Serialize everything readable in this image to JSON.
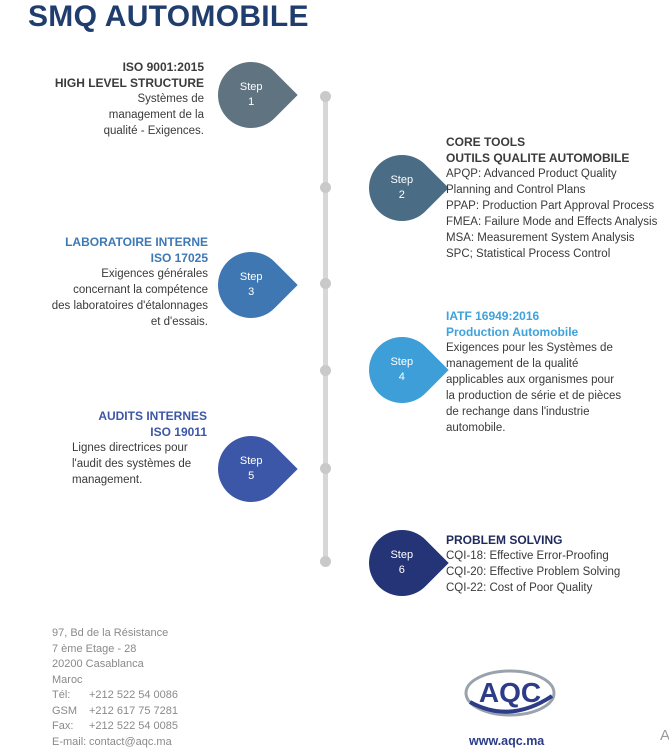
{
  "title": "SMQ AUTOMOBILE",
  "steps": [
    {
      "label": "Step",
      "num": "1",
      "color": "#5f7380",
      "heading1": "ISO 9001:2015",
      "heading2": "HIGH LEVEL STRUCTURE",
      "heading_color": "#3b3b3b",
      "body": [
        "Systèmes de",
        "management de la",
        "qualité - Exigences."
      ]
    },
    {
      "label": "Step",
      "num": "2",
      "color": "#4a6d85",
      "heading1": "CORE TOOLS",
      "heading2": "OUTILS QUALITE AUTOMOBILE",
      "heading_color": "#3b3b3b",
      "body": [
        "APQP: Advanced Product Quality",
        "Planning and Control Plans",
        "PPAP: Production Part Approval Process",
        "FMEA: Failure Mode and Effects Analysis",
        "MSA: Measurement System Analysis",
        "SPC; Statistical Process Control"
      ]
    },
    {
      "label": "Step",
      "num": "3",
      "color": "#3f77b3",
      "heading1": "LABORATOIRE INTERNE",
      "heading2": "ISO 17025",
      "heading_color": "#3d78b5",
      "body": [
        "Exigences générales",
        "concernant la compétence",
        "des laboratoires d'étalonnages",
        "et d'essais."
      ]
    },
    {
      "label": "Step",
      "num": "4",
      "color": "#3e9fd8",
      "heading1": "IATF 16949:2016",
      "heading2": "Production Automobile",
      "heading_color": "#3ea2dc",
      "body": [
        "Exigences pour les Systèmes de",
        "management de la qualité",
        "applicables aux organismes pour",
        "la production de série et de pièces",
        "de rechange dans l'industrie",
        "automobile."
      ]
    },
    {
      "label": "Step",
      "num": "5",
      "color": "#3d57a8",
      "heading1": "AUDITS INTERNES",
      "heading2": "ISO 19011",
      "heading_color": "#3d57a8",
      "body": [
        "Lignes directrices pour",
        "l'audit des systèmes de",
        "management."
      ]
    },
    {
      "label": "Step",
      "num": "6",
      "color": "#243477",
      "heading1": "PROBLEM SOLVING",
      "heading2": "",
      "heading_color": "#1f2a5c",
      "body": [
        "CQI-18: Effective Error-Proofing",
        "CQI-20: Effective Problem Solving",
        "CQI-22: Cost of Poor Quality"
      ]
    }
  ],
  "footer": {
    "address": [
      "97, Bd de la Résistance",
      "7 ème Etage - 28",
      "20200 Casablanca",
      "Maroc"
    ],
    "contacts": [
      {
        "label": "Tél:",
        "value": "+212 522 54 0086"
      },
      {
        "label": "GSM",
        "value": "+212 617 75 7281"
      },
      {
        "label": "Fax:",
        "value": "+212 522 54 0085"
      },
      {
        "label": "E-mail:",
        "value": "contact@aqc.ma"
      }
    ]
  },
  "logo": {
    "text": "AQC",
    "color": "#2c3c86",
    "swoosh_color": "#9aa3ad"
  },
  "website": "www.aqc.ma",
  "edge_glyph": "A"
}
